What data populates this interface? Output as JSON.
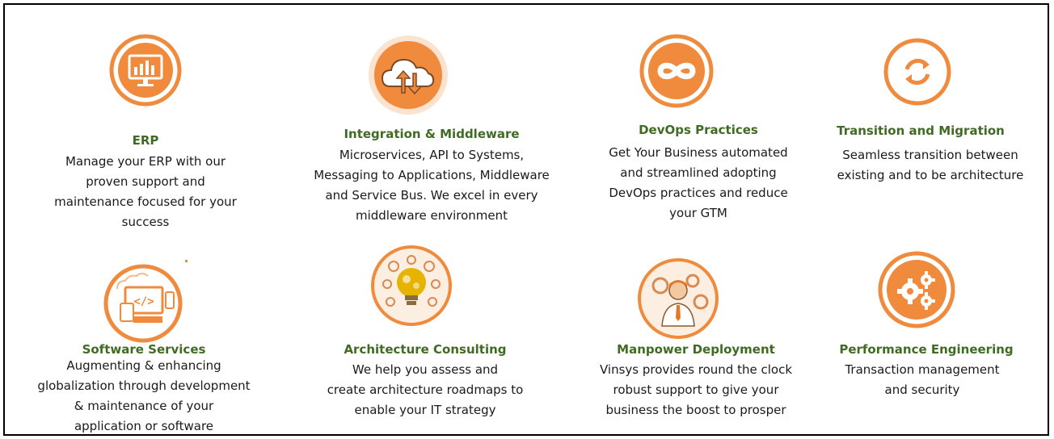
{
  "colors": {
    "accent": "#f08a3c",
    "title": "#3f6b23",
    "text": "#1a1a1a"
  },
  "services": [
    {
      "icon": "monitor-chart-icon",
      "title": "ERP",
      "lines": [
        "Manage your ERP with our",
        "proven support and",
        "maintenance focused for your",
        "success"
      ]
    },
    {
      "icon": "cloud-transfer-icon",
      "title": "Integration & Middleware",
      "lines": [
        "Microservices, API to Systems,",
        "Messaging to Applications, Middleware",
        "and Service Bus. We excel in every",
        "middleware environment"
      ]
    },
    {
      "icon": "infinity-icon",
      "title": "DevOps Practices",
      "lines": [
        "Get Your Business automated",
        "and streamlined adopting",
        "DevOps practices and reduce",
        "your GTM"
      ]
    },
    {
      "icon": "refresh-icon",
      "title": "Transition and Migration",
      "lines": [
        "Seamless transition between",
        "existing and to be architecture"
      ]
    },
    {
      "icon": "devices-code-icon",
      "title": "Software Services",
      "lines": [
        "Augmenting & enhancing",
        "globalization through development",
        "& maintenance of your",
        "application or software"
      ]
    },
    {
      "icon": "lightbulb-gears-icon",
      "title": "Architecture Consulting",
      "lines": [
        "We help you assess and",
        "create architecture roadmaps to",
        "enable your IT strategy"
      ]
    },
    {
      "icon": "person-gears-icon",
      "title": "Manpower Deployment",
      "lines": [
        "Vinsys provides round the clock",
        "robust support to give your",
        "business  the boost to prosper"
      ]
    },
    {
      "icon": "gears-icon",
      "title": "Performance Engineering",
      "lines": [
        "Transaction management",
        "and security"
      ]
    }
  ]
}
